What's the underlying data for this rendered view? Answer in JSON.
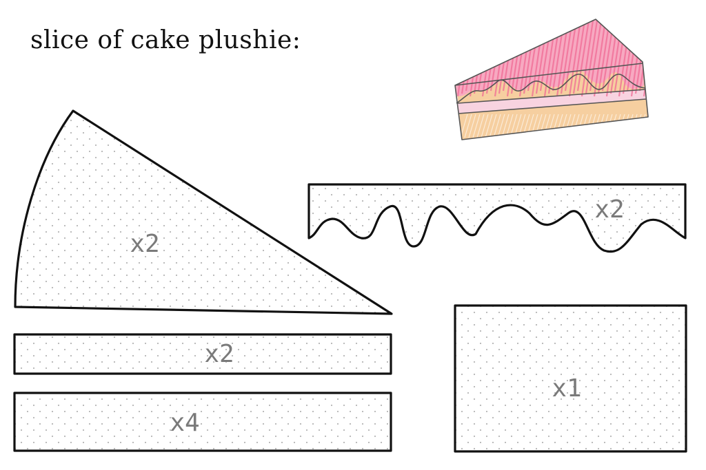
{
  "title": "slice of cake plushie:",
  "pieces": {
    "wedge": {
      "quantity": "x2"
    },
    "frosting_strip": {
      "quantity": "x2"
    },
    "side_strip": {
      "quantity": "x2"
    },
    "layer_strip": {
      "quantity": "x4"
    },
    "back_panel": {
      "quantity": "x1"
    }
  },
  "colors": {
    "frosting": "#f06b94",
    "frosting_light": "#f7a9c1",
    "cream_layer": "#f8d3e0",
    "sponge": "#f6cfa0",
    "outline": "#111111",
    "quantity_text": "#7a7a7a",
    "dot_pattern": "#b5b5b5"
  }
}
